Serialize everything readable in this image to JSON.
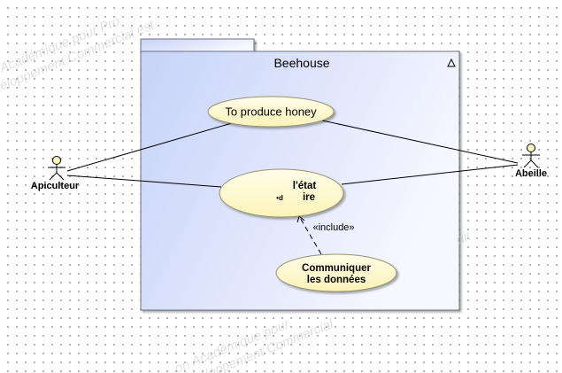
{
  "watermark": {
    "line1": "Académique pour Pro",
    "line2": "éloppement Commercial est",
    "line3": "on Académique pour",
    "line4": "éveloppement Commercial",
    "line5": "dit"
  },
  "package": {
    "title": "Beehouse",
    "icon": "triangle-up-icon"
  },
  "use_cases": {
    "produce_honey": "To produce honey",
    "state_line1": "l'état",
    "state_line2a": "•d",
    "state_line2b": "ire",
    "communicate_line1": "Communiquer",
    "communicate_line2": "les données"
  },
  "relationships": {
    "include_label": "«include»"
  },
  "actors": {
    "apiculteur": "Apiculteur",
    "abeille": "Abeille"
  },
  "colors": {
    "package_fill_left": "#c6d2f8",
    "package_fill_right": "#f6f8ff",
    "package_border": "#6d6d8a",
    "usecase_fill": "#fffbd2",
    "usecase_border": "#9a9470",
    "actor_head": "#fff4c0"
  }
}
